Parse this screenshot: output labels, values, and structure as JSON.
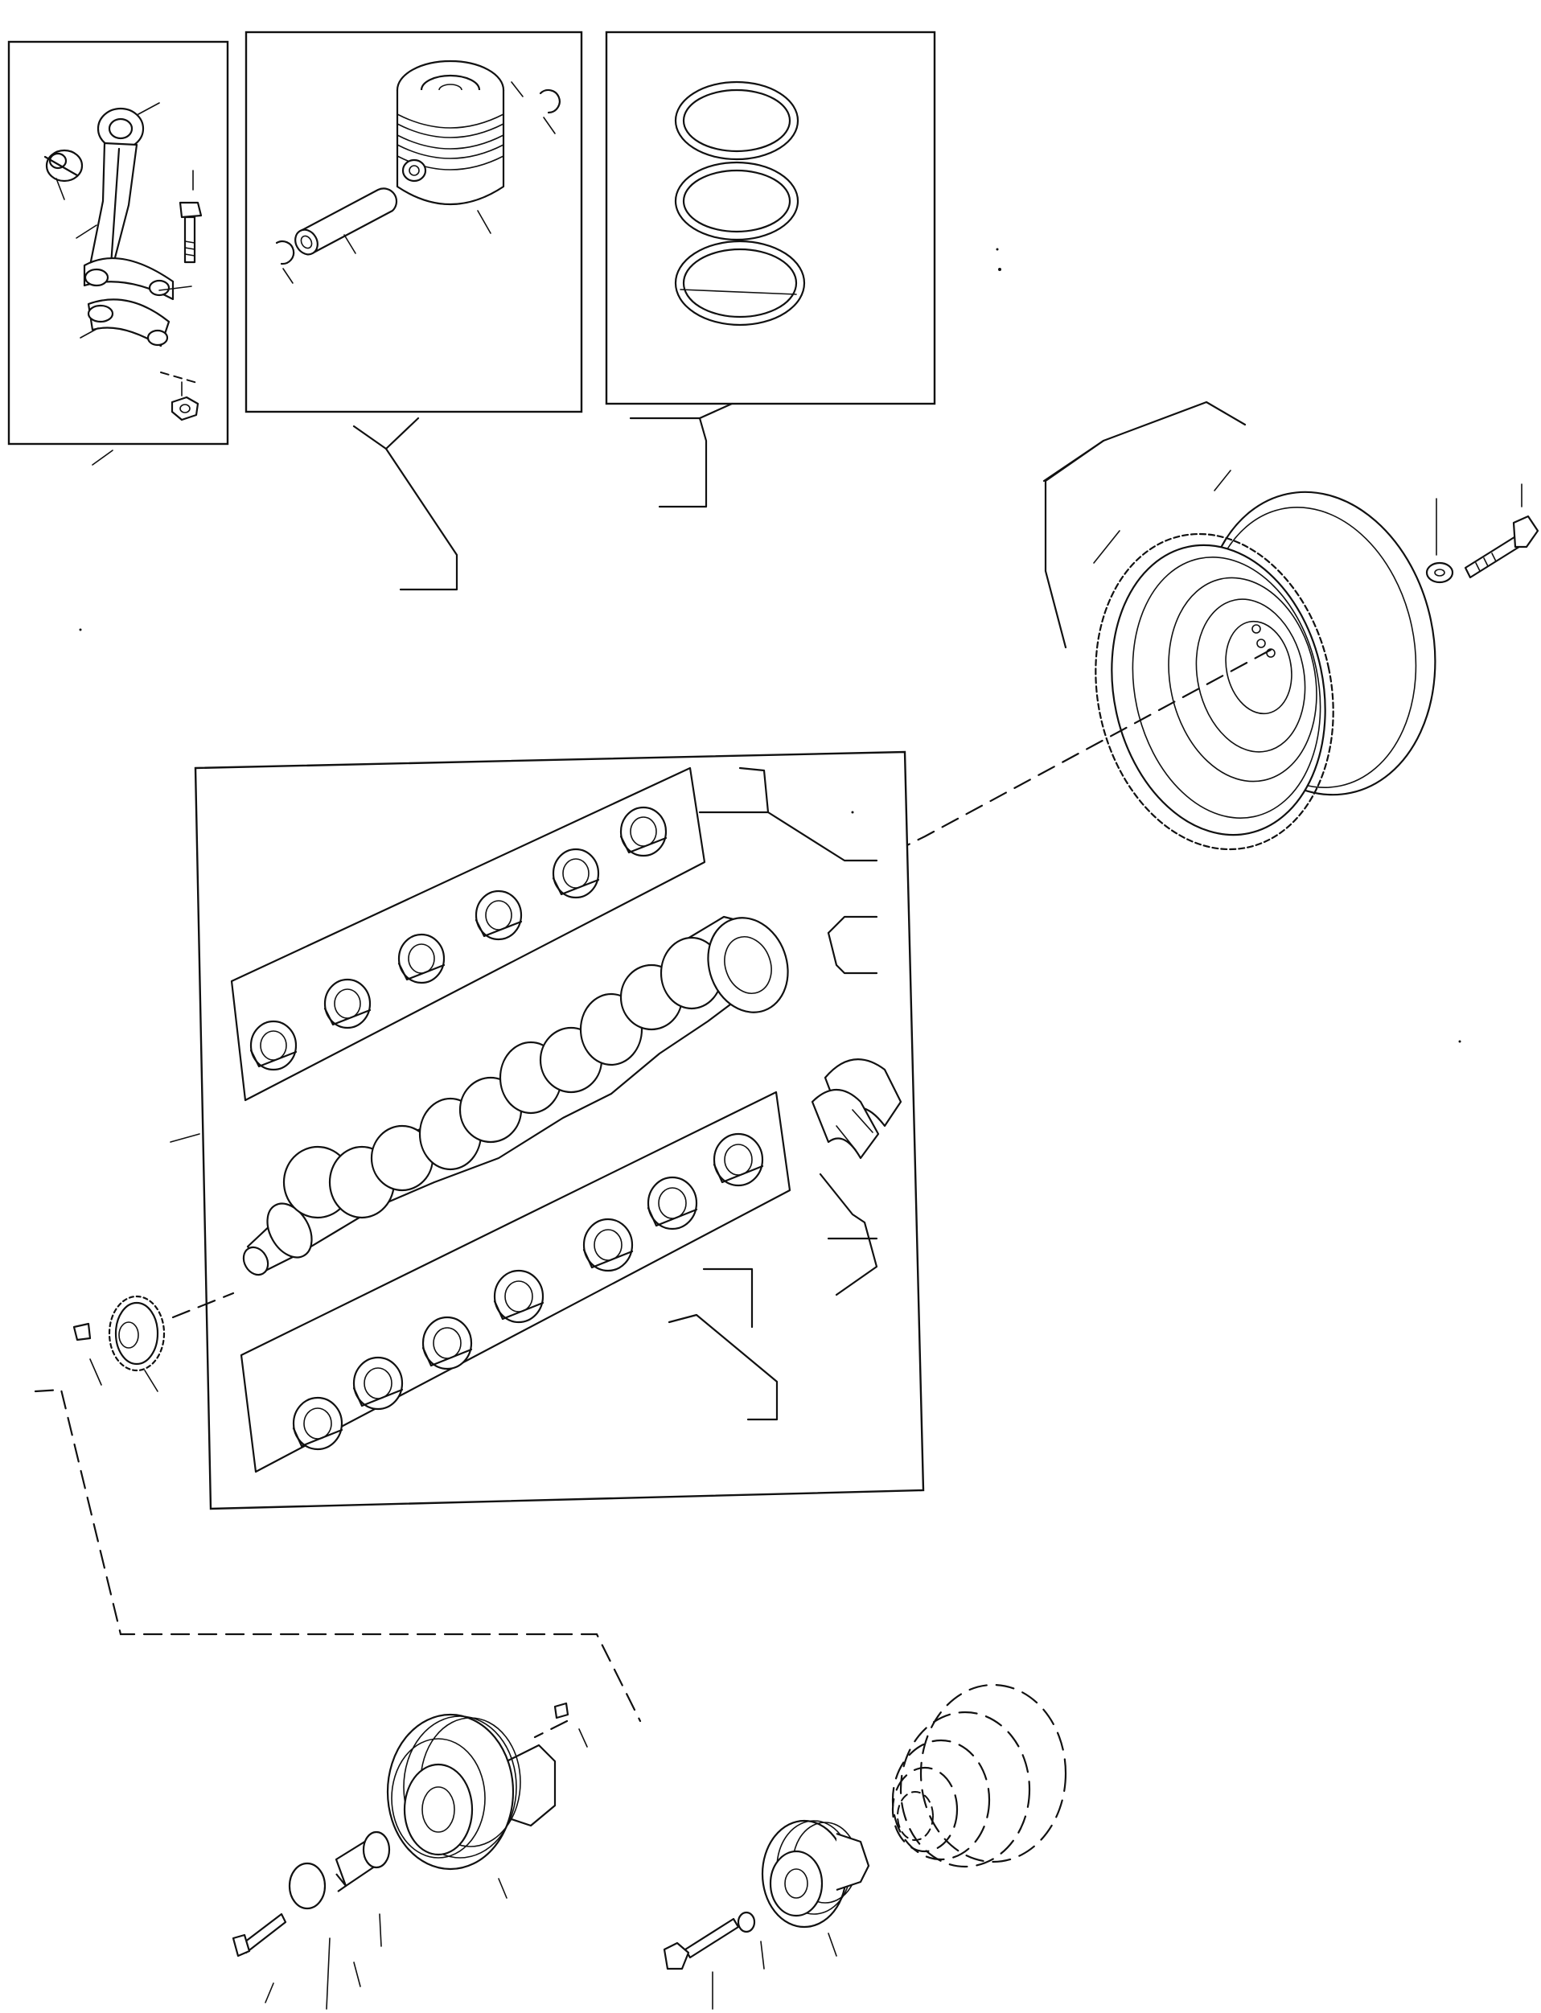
{
  "diagram": {
    "type": "exploded-parts-diagram",
    "text_labels": [],
    "components": [
      {
        "id": "connecting-rod-assembly",
        "icon": "connecting-rod-icon"
      },
      {
        "id": "piston-assembly",
        "icon": "piston-icon"
      },
      {
        "id": "piston-ring-set",
        "icon": "piston-ring-icon"
      },
      {
        "id": "flywheel-with-ring-gear",
        "icon": "flywheel-icon"
      },
      {
        "id": "flywheel-bolt-and-washer",
        "icon": "bolt-icon"
      },
      {
        "id": "crankshaft-and-bearing-shells",
        "icon": "crankshaft-icon"
      },
      {
        "id": "thrust-washers",
        "icon": "thrust-washer-icon"
      },
      {
        "id": "crankshaft-gear-and-key",
        "icon": "gear-icon"
      },
      {
        "id": "crankshaft-pulley-with-damper",
        "icon": "pulley-icon"
      },
      {
        "id": "alternate-pulley-and-fan",
        "icon": "pulley-icon"
      }
    ]
  }
}
